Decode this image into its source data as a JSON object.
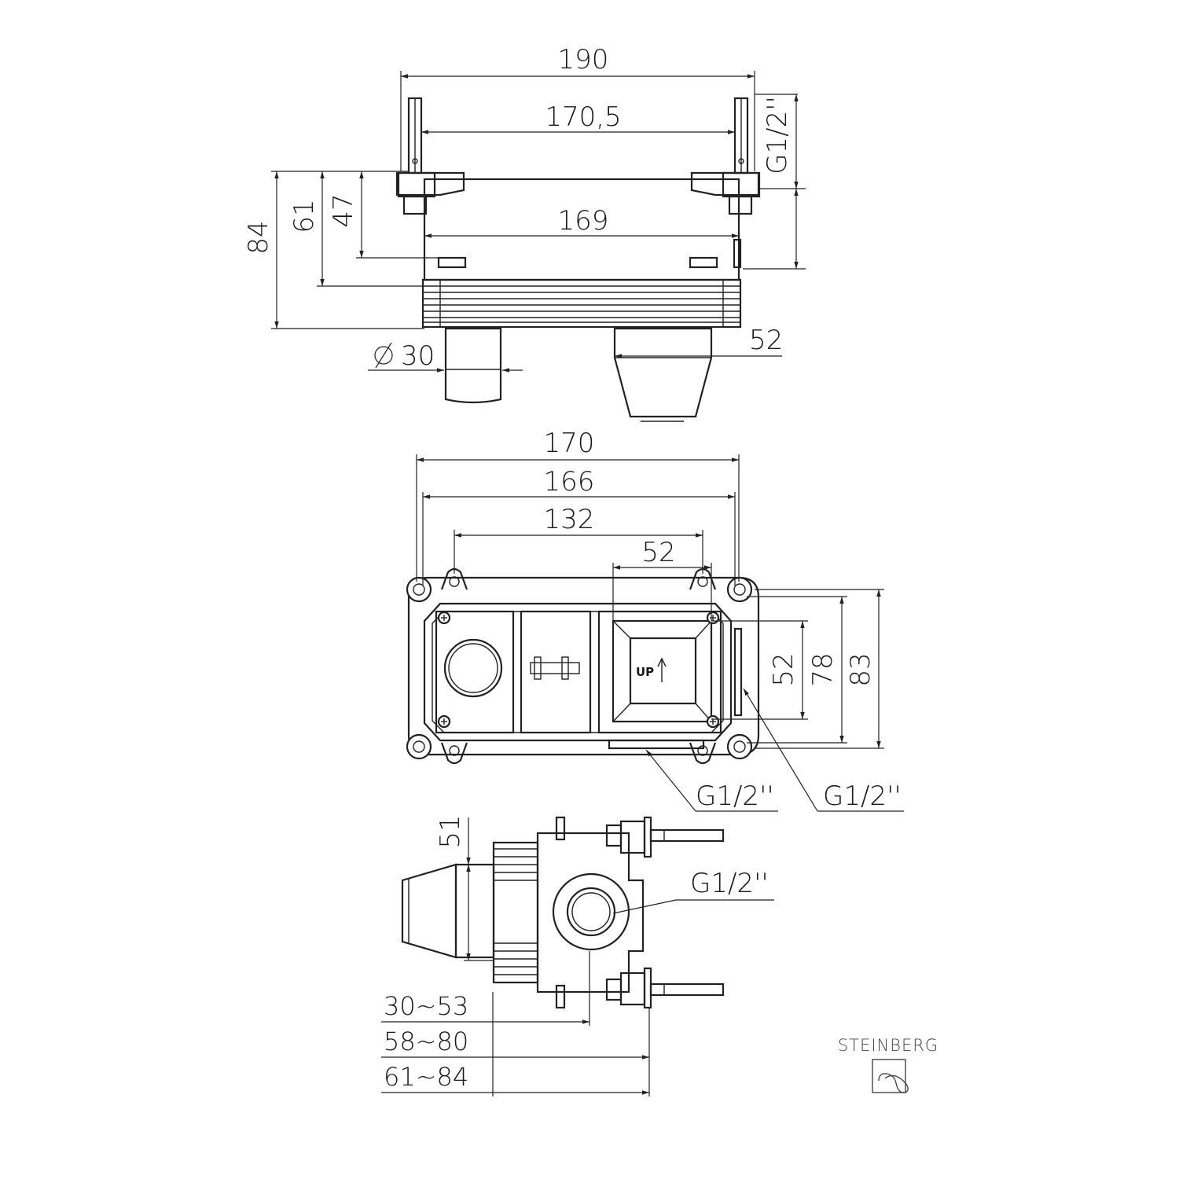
{
  "top_view": {
    "width_total": "190",
    "pin_spacing": "170,5",
    "body_width": "169",
    "thread_size": "G1/2''",
    "height_84": "84",
    "height_61": "61",
    "height_47": "47",
    "diameter_label": "30",
    "outlet_width": "52"
  },
  "front_view": {
    "width_170": "170",
    "width_166": "166",
    "width_132": "132",
    "width_52": "52",
    "height_52": "52",
    "height_78": "78",
    "height_83": "83",
    "cartridge_label": "UP",
    "thread_bottom": "G1/2''",
    "thread_side": "G1/2''"
  },
  "side_view": {
    "height_51": "51",
    "thread_center": "G1/2''",
    "depth_1": "30~53",
    "depth_2": "58~80",
    "depth_3": "61~84"
  },
  "brand": {
    "name": "STEINBERG"
  }
}
